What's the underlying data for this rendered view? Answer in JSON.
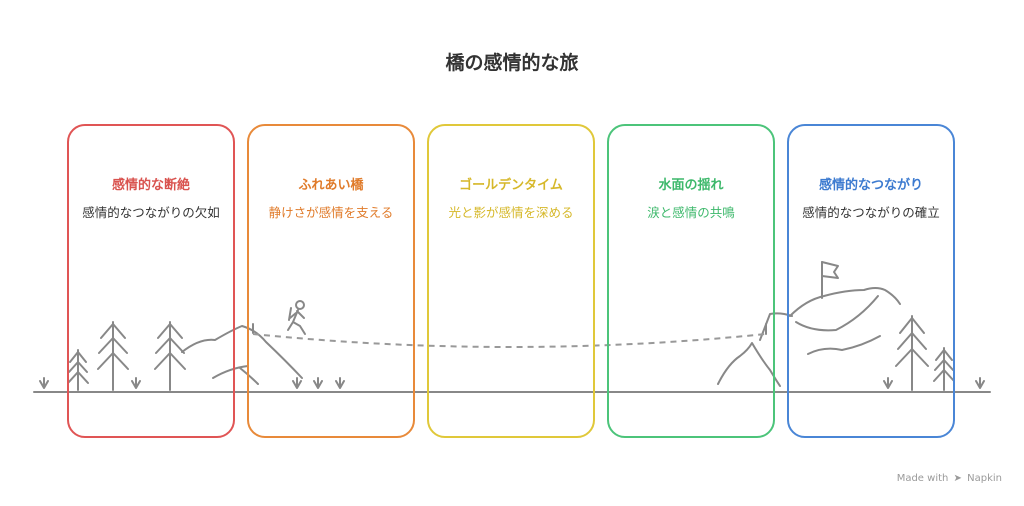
{
  "title": "橋の感情的な旅",
  "cards": [
    {
      "title": "感情的な断絶",
      "desc": "感情的なつながりの欠如",
      "color": "#e05555",
      "title_color": "#d9534f"
    },
    {
      "title": "ふれあい橋",
      "desc": "静けさが感情を支える",
      "color": "#e88a3a",
      "title_color": "#e07b2a"
    },
    {
      "title": "ゴールデンタイム",
      "desc": "光と影が感情を深める",
      "color": "#e0c83a",
      "title_color": "#d6b82a"
    },
    {
      "title": "水面の揺れ",
      "desc": "涙と感情の共鳴",
      "color": "#4cc47a",
      "title_color": "#3db86b"
    },
    {
      "title": "感情的なつながり",
      "desc": "感情的なつながりの確立",
      "color": "#4a86d6",
      "title_color": "#3d7bd0"
    }
  ],
  "footer": {
    "made_with": "Made with",
    "brand": "Napkin"
  }
}
